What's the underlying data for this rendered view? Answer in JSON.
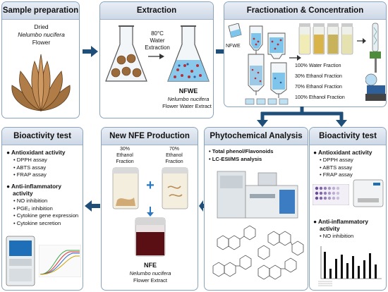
{
  "panels": {
    "sample": {
      "title": "Sample preparation",
      "line1": "Dried",
      "line2": "Nelumbo nucifera",
      "line3": "Flower"
    },
    "extraction": {
      "title": "Extraction",
      "cond1": "80°C",
      "cond2": "Water",
      "cond3": "Extraction",
      "label": "NFWE",
      "sub1": "Nelumbo nucifera",
      "sub2": "Flower Water Extract"
    },
    "fractionation": {
      "title": "Fractionation & Concentration",
      "input_label": "NFWE",
      "fractions": [
        "100% Water Fraction",
        "30% Ethanol Fraction",
        "70% Ethanol Fraction",
        "100% Ethanol Fraction"
      ]
    },
    "bioactivity_left": {
      "title": "Bioactivity test",
      "heading1": "Antioxidant activity",
      "items1": [
        "• DPPH assay",
        "• ABTS assay",
        "• FRAP assay"
      ],
      "heading2a": "Anti-inflammatory",
      "heading2b": "activity",
      "items2": [
        "• NO inhibition",
        "• PGE₂ inhibition",
        "• Cytokine gene expression",
        "• Cytokine secretion"
      ]
    },
    "production": {
      "title": "New NFE Production",
      "left_jar": [
        "30%",
        "Ethanol",
        "Fraction"
      ],
      "right_jar": [
        "70%",
        "Ethanol",
        "Fraction"
      ],
      "plus": "+",
      "label": "NFE",
      "sub1": "Nelumbo nucifera",
      "sub2": "Flower Extract"
    },
    "phyto": {
      "title": "Phytochemical Analysis",
      "items": [
        "• Total phenol/Flavonoids",
        "• LC-ESI/MS analysis"
      ]
    },
    "bioactivity_right": {
      "title": "Bioactivity test",
      "heading1": "Antioxidant activity",
      "items1": [
        "• DPPH assay",
        "• ABTS assay",
        "• FRAP assay"
      ],
      "heading2a": "Anti-inflammatory",
      "heading2b": "activity",
      "items2": [
        "• NO inhibition"
      ]
    }
  },
  "colors": {
    "arrow": "#1f4e79",
    "panel_border": "#8aa3bd",
    "nfe_liquid": "#5a0f14"
  }
}
